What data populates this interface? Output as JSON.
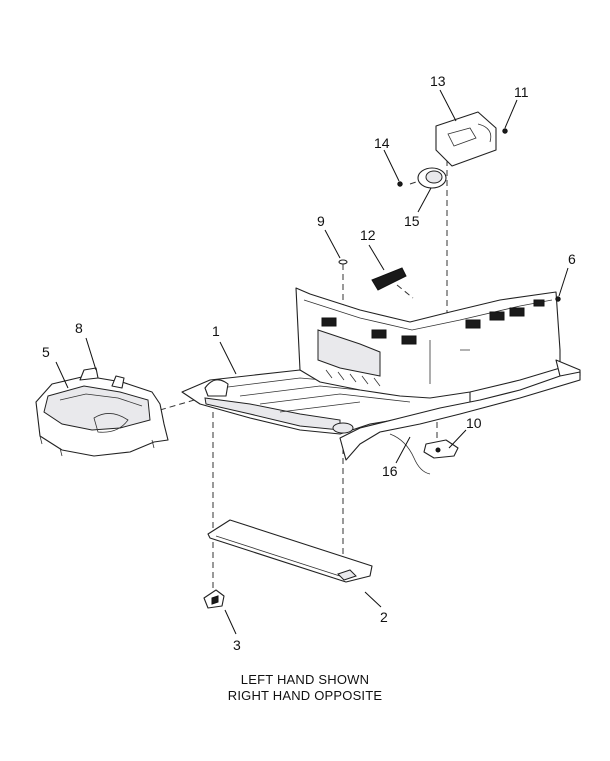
{
  "callouts": {
    "c1": "1",
    "c2": "2",
    "c3": "3",
    "c4": "6",
    "c5": "5",
    "c6": "8",
    "c7": "9",
    "c8": "10",
    "c9": "11",
    "c10": "12",
    "c11": "13",
    "c12": "14",
    "c13": "15",
    "c14": "16"
  },
  "caption": {
    "line1": "LEFT HAND SHOWN",
    "line2": "RIGHT HAND OPPOSITE"
  },
  "colors": {
    "line": "#222222",
    "shade": "#e9e9ec",
    "fill": "#ffffff"
  }
}
